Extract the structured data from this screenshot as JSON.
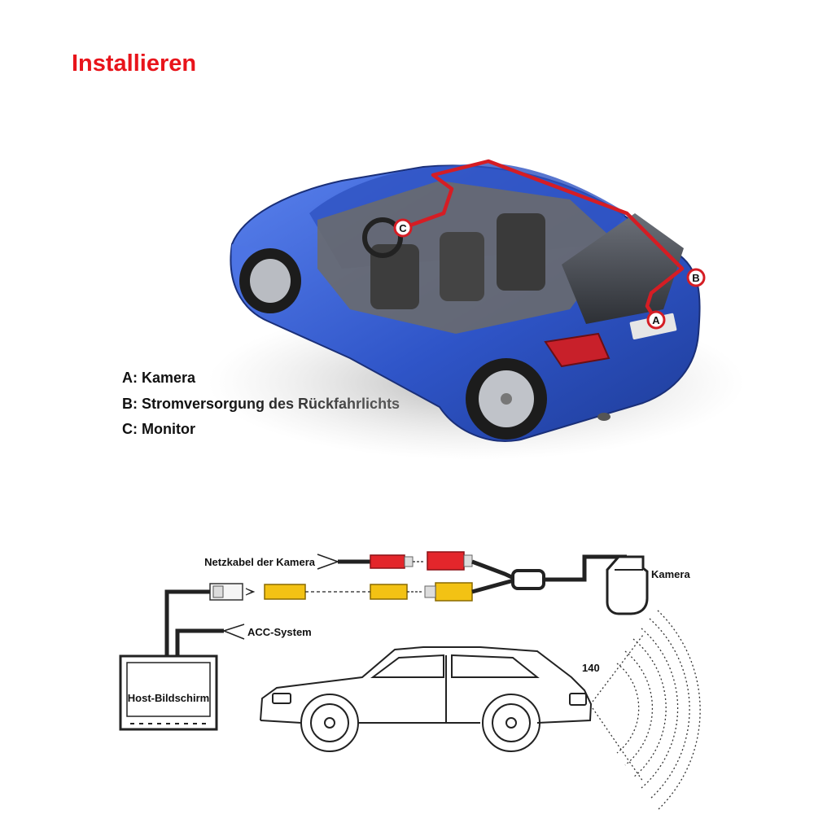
{
  "title": "Installieren",
  "legend": [
    "A: Kamera",
    "B: Stromversorgung des Rückfahrlichts",
    "C: Monitor"
  ],
  "markers": {
    "a": "A",
    "b": "B",
    "c": "C"
  },
  "wiring": {
    "power_cable": "Netzkabel der Kamera",
    "acc": "ACC-System",
    "monitor": "Host-Bildschirm",
    "camera": "Kamera",
    "angle": "140"
  },
  "colors": {
    "title": "#e8141b",
    "car_body": "#3b63d6",
    "wire": "#d51d24",
    "rca_red": "#e3262b",
    "rca_yellow": "#f3c214"
  },
  "icons": [
    "car-icon",
    "monitor-icon",
    "camera-icon",
    "rca-connector-icon",
    "sedan-outline-icon"
  ]
}
